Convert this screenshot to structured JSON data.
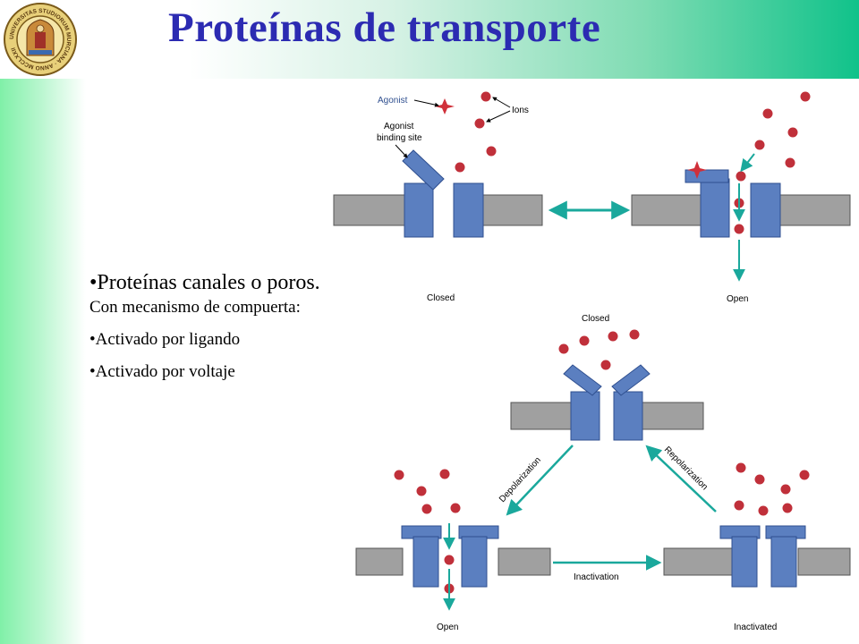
{
  "slide": {
    "title": "Proteínas de transporte",
    "bullets": {
      "main": "•Proteínas canales o poros.",
      "subtitle": "Con mecanismo de compuerta:",
      "item1": "•Activado por ligando",
      "item2": "•Activado por voltaje"
    }
  },
  "logo": {
    "text": "UNIVERSITAS STUDIORUM MURCIANA · ANNO MCCLXXII"
  },
  "diagram_top": {
    "label_agonist": "Agonist",
    "label_ions": "Ions",
    "label_binding_1": "Agonist",
    "label_binding_2": "binding site",
    "label_closed": "Closed",
    "label_open": "Open"
  },
  "diagram_bottom": {
    "label_closed": "Closed",
    "label_depolarization": "Depolarization",
    "label_repolarization": "Repolarization",
    "label_inactivation": "Inactivation",
    "label_open": "Open",
    "label_inactivated": "Inactivated"
  },
  "colors": {
    "title": "#2c2bb2",
    "channel": "#5b7fc0",
    "membrane": "#a0a0a0",
    "arrow": "#1aa89c",
    "ion": "#c0303a",
    "agonist": "#d0303a"
  }
}
